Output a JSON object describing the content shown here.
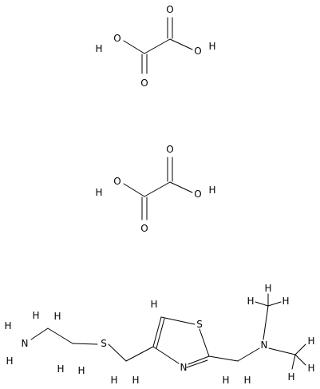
{
  "oxalic_acid_1": {
    "o_h_left": "O",
    "h_left": "H",
    "o_carbonyl_left": "O",
    "o_carbonyl_right": "O",
    "o_h_right": "O",
    "h_right": "H"
  },
  "oxalic_acid_2": {
    "o_h_left": "O",
    "h_left": "H",
    "o_carbonyl_left": "O",
    "o_carbonyl_right": "O",
    "o_h_right": "O",
    "h_right": "H"
  },
  "main_molecule": {
    "n_amine": "N",
    "h2_n_h": "H",
    "h2_n_h_2": "H",
    "h_ch2_a": "H",
    "h_ch2_b": "H",
    "s_thioether": "S",
    "h_ch2_c": "H",
    "h_ch2_d": "H",
    "h_ring": "H",
    "s_ring": "S",
    "n_ring": "N",
    "h_ch2_e": "H",
    "h_ch2_f": "H",
    "n_dimethyl": "N",
    "h_me1": "H",
    "h_me2": "H"
  }
}
